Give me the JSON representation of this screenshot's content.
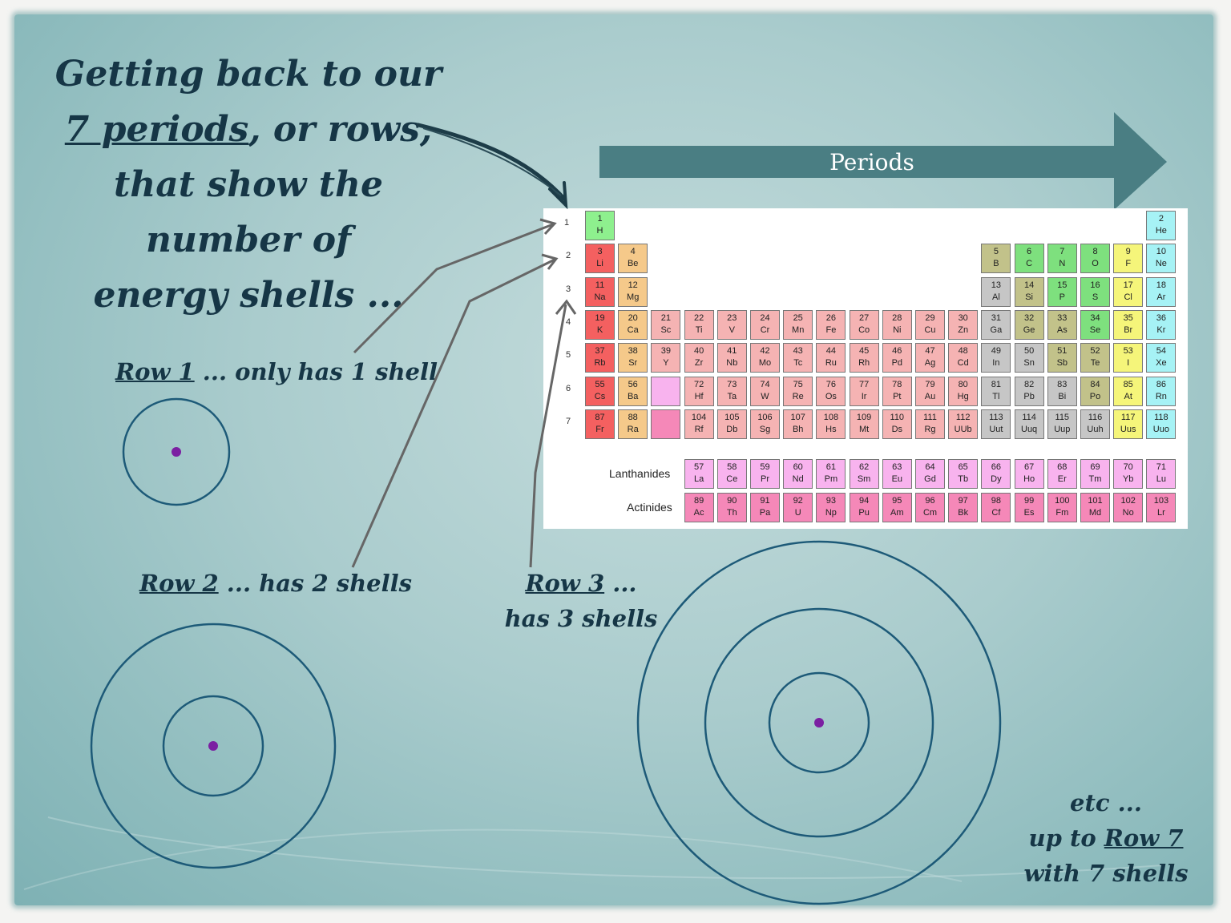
{
  "title": {
    "line1": "Getting back to our",
    "line2_em": "7 periods",
    "line2_rest": ", or rows,",
    "line3": "that show the",
    "line4": "number of",
    "line5": "energy shells  ..."
  },
  "arrow_label": "Periods",
  "row1": {
    "label": "Row 1",
    "text": " ... only has 1 shell",
    "shells": 1
  },
  "row2": {
    "label": "Row 2",
    "text": " ... has 2 shells",
    "shells": 2
  },
  "row3": {
    "label": "Row 3",
    "text": " ...",
    "text2": "has 3 shells",
    "shells": 3
  },
  "etc": {
    "line1": "etc ...",
    "line2a": "up to ",
    "line2b": "Row 7",
    "line3": "with  7 shells",
    "shells": 7
  },
  "colors": {
    "shell": "#1d5a78",
    "nucleus": "#7b1fa2",
    "arrow": "#4a7e83"
  },
  "table": {
    "period_numbers": [
      "1",
      "2",
      "3",
      "4",
      "5",
      "6",
      "7"
    ],
    "lanthanides_label": "Lanthanides",
    "actinides_label": "Actinides",
    "elements": [
      [
        "1",
        "H",
        1,
        1,
        "#8ef08e"
      ],
      [
        "2",
        "He",
        1,
        18,
        "#a6f2f5"
      ],
      [
        "3",
        "Li",
        2,
        1,
        "#f46060"
      ],
      [
        "4",
        "Be",
        2,
        2,
        "#f5c98a"
      ],
      [
        "5",
        "B",
        2,
        13,
        "#c2c28a"
      ],
      [
        "6",
        "C",
        2,
        14,
        "#7ee07e"
      ],
      [
        "7",
        "N",
        2,
        15,
        "#7ee07e"
      ],
      [
        "8",
        "O",
        2,
        16,
        "#7ee07e"
      ],
      [
        "9",
        "F",
        2,
        17,
        "#f5f57a"
      ],
      [
        "10",
        "Ne",
        2,
        18,
        "#a6f2f5"
      ],
      [
        "11",
        "Na",
        3,
        1,
        "#f46060"
      ],
      [
        "12",
        "Mg",
        3,
        2,
        "#f5c98a"
      ],
      [
        "13",
        "Al",
        3,
        13,
        "#c6c6c6"
      ],
      [
        "14",
        "Si",
        3,
        14,
        "#c2c28a"
      ],
      [
        "15",
        "P",
        3,
        15,
        "#7ee07e"
      ],
      [
        "16",
        "S",
        3,
        16,
        "#7ee07e"
      ],
      [
        "17",
        "Cl",
        3,
        17,
        "#f5f57a"
      ],
      [
        "18",
        "Ar",
        3,
        18,
        "#a6f2f5"
      ],
      [
        "19",
        "K",
        4,
        1,
        "#f46060"
      ],
      [
        "20",
        "Ca",
        4,
        2,
        "#f5c98a"
      ],
      [
        "21",
        "Sc",
        4,
        3,
        "#f5b3b3"
      ],
      [
        "22",
        "Ti",
        4,
        4,
        "#f5b3b3"
      ],
      [
        "23",
        "V",
        4,
        5,
        "#f5b3b3"
      ],
      [
        "24",
        "Cr",
        4,
        6,
        "#f5b3b3"
      ],
      [
        "25",
        "Mn",
        4,
        7,
        "#f5b3b3"
      ],
      [
        "26",
        "Fe",
        4,
        8,
        "#f5b3b3"
      ],
      [
        "27",
        "Co",
        4,
        9,
        "#f5b3b3"
      ],
      [
        "28",
        "Ni",
        4,
        10,
        "#f5b3b3"
      ],
      [
        "29",
        "Cu",
        4,
        11,
        "#f5b3b3"
      ],
      [
        "30",
        "Zn",
        4,
        12,
        "#f5b3b3"
      ],
      [
        "31",
        "Ga",
        4,
        13,
        "#c6c6c6"
      ],
      [
        "32",
        "Ge",
        4,
        14,
        "#c2c28a"
      ],
      [
        "33",
        "As",
        4,
        15,
        "#c2c28a"
      ],
      [
        "34",
        "Se",
        4,
        16,
        "#7ee07e"
      ],
      [
        "35",
        "Br",
        4,
        17,
        "#f5f57a"
      ],
      [
        "36",
        "Kr",
        4,
        18,
        "#a6f2f5"
      ],
      [
        "37",
        "Rb",
        5,
        1,
        "#f46060"
      ],
      [
        "38",
        "Sr",
        5,
        2,
        "#f5c98a"
      ],
      [
        "39",
        "Y",
        5,
        3,
        "#f5b3b3"
      ],
      [
        "40",
        "Zr",
        5,
        4,
        "#f5b3b3"
      ],
      [
        "41",
        "Nb",
        5,
        5,
        "#f5b3b3"
      ],
      [
        "42",
        "Mo",
        5,
        6,
        "#f5b3b3"
      ],
      [
        "43",
        "Tc",
        5,
        7,
        "#f5b3b3"
      ],
      [
        "44",
        "Ru",
        5,
        8,
        "#f5b3b3"
      ],
      [
        "45",
        "Rh",
        5,
        9,
        "#f5b3b3"
      ],
      [
        "46",
        "Pd",
        5,
        10,
        "#f5b3b3"
      ],
      [
        "47",
        "Ag",
        5,
        11,
        "#f5b3b3"
      ],
      [
        "48",
        "Cd",
        5,
        12,
        "#f5b3b3"
      ],
      [
        "49",
        "In",
        5,
        13,
        "#c6c6c6"
      ],
      [
        "50",
        "Sn",
        5,
        14,
        "#c6c6c6"
      ],
      [
        "51",
        "Sb",
        5,
        15,
        "#c2c28a"
      ],
      [
        "52",
        "Te",
        5,
        16,
        "#c2c28a"
      ],
      [
        "53",
        "I",
        5,
        17,
        "#f5f57a"
      ],
      [
        "54",
        "Xe",
        5,
        18,
        "#a6f2f5"
      ],
      [
        "55",
        "Cs",
        6,
        1,
        "#f46060"
      ],
      [
        "56",
        "Ba",
        6,
        2,
        "#f5c98a"
      ],
      [
        "",
        "",
        6,
        3,
        "#f8b3ee"
      ],
      [
        "72",
        "Hf",
        6,
        4,
        "#f5b3b3"
      ],
      [
        "73",
        "Ta",
        6,
        5,
        "#f5b3b3"
      ],
      [
        "74",
        "W",
        6,
        6,
        "#f5b3b3"
      ],
      [
        "75",
        "Re",
        6,
        7,
        "#f5b3b3"
      ],
      [
        "76",
        "Os",
        6,
        8,
        "#f5b3b3"
      ],
      [
        "77",
        "Ir",
        6,
        9,
        "#f5b3b3"
      ],
      [
        "78",
        "Pt",
        6,
        10,
        "#f5b3b3"
      ],
      [
        "79",
        "Au",
        6,
        11,
        "#f5b3b3"
      ],
      [
        "80",
        "Hg",
        6,
        12,
        "#f5b3b3"
      ],
      [
        "81",
        "Tl",
        6,
        13,
        "#c6c6c6"
      ],
      [
        "82",
        "Pb",
        6,
        14,
        "#c6c6c6"
      ],
      [
        "83",
        "Bi",
        6,
        15,
        "#c6c6c6"
      ],
      [
        "84",
        "Po",
        6,
        16,
        "#c2c28a"
      ],
      [
        "85",
        "At",
        6,
        17,
        "#f5f57a"
      ],
      [
        "86",
        "Rn",
        6,
        18,
        "#a6f2f5"
      ],
      [
        "87",
        "Fr",
        7,
        1,
        "#f46060"
      ],
      [
        "88",
        "Ra",
        7,
        2,
        "#f5c98a"
      ],
      [
        "",
        "",
        7,
        3,
        "#f588b8"
      ],
      [
        "104",
        "Rf",
        7,
        4,
        "#f5b3b3"
      ],
      [
        "105",
        "Db",
        7,
        5,
        "#f5b3b3"
      ],
      [
        "106",
        "Sg",
        7,
        6,
        "#f5b3b3"
      ],
      [
        "107",
        "Bh",
        7,
        7,
        "#f5b3b3"
      ],
      [
        "108",
        "Hs",
        7,
        8,
        "#f5b3b3"
      ],
      [
        "109",
        "Mt",
        7,
        9,
        "#f5b3b3"
      ],
      [
        "110",
        "Ds",
        7,
        10,
        "#f5b3b3"
      ],
      [
        "111",
        "Rg",
        7,
        11,
        "#f5b3b3"
      ],
      [
        "112",
        "UUb",
        7,
        12,
        "#f5b3b3"
      ],
      [
        "113",
        "Uut",
        7,
        13,
        "#c6c6c6"
      ],
      [
        "114",
        "Uuq",
        7,
        14,
        "#c6c6c6"
      ],
      [
        "115",
        "Uup",
        7,
        15,
        "#c6c6c6"
      ],
      [
        "116",
        "Uuh",
        7,
        16,
        "#c6c6c6"
      ],
      [
        "117",
        "Uus",
        7,
        17,
        "#f5f57a"
      ],
      [
        "118",
        "Uuo",
        7,
        18,
        "#a6f2f5"
      ],
      [
        "57",
        "La",
        8,
        4,
        "#f8b3ee"
      ],
      [
        "58",
        "Ce",
        8,
        5,
        "#f8b3ee"
      ],
      [
        "59",
        "Pr",
        8,
        6,
        "#f8b3ee"
      ],
      [
        "60",
        "Nd",
        8,
        7,
        "#f8b3ee"
      ],
      [
        "61",
        "Pm",
        8,
        8,
        "#f8b3ee"
      ],
      [
        "62",
        "Sm",
        8,
        9,
        "#f8b3ee"
      ],
      [
        "63",
        "Eu",
        8,
        10,
        "#f8b3ee"
      ],
      [
        "64",
        "Gd",
        8,
        11,
        "#f8b3ee"
      ],
      [
        "65",
        "Tb",
        8,
        12,
        "#f8b3ee"
      ],
      [
        "66",
        "Dy",
        8,
        13,
        "#f8b3ee"
      ],
      [
        "67",
        "Ho",
        8,
        14,
        "#f8b3ee"
      ],
      [
        "68",
        "Er",
        8,
        15,
        "#f8b3ee"
      ],
      [
        "69",
        "Tm",
        8,
        16,
        "#f8b3ee"
      ],
      [
        "70",
        "Yb",
        8,
        17,
        "#f8b3ee"
      ],
      [
        "71",
        "Lu",
        8,
        18,
        "#f8b3ee"
      ],
      [
        "89",
        "Ac",
        9,
        4,
        "#f588b8"
      ],
      [
        "90",
        "Th",
        9,
        5,
        "#f588b8"
      ],
      [
        "91",
        "Pa",
        9,
        6,
        "#f588b8"
      ],
      [
        "92",
        "U",
        9,
        7,
        "#f588b8"
      ],
      [
        "93",
        "Np",
        9,
        8,
        "#f588b8"
      ],
      [
        "94",
        "Pu",
        9,
        9,
        "#f588b8"
      ],
      [
        "95",
        "Am",
        9,
        10,
        "#f588b8"
      ],
      [
        "96",
        "Cm",
        9,
        11,
        "#f588b8"
      ],
      [
        "97",
        "Bk",
        9,
        12,
        "#f588b8"
      ],
      [
        "98",
        "Cf",
        9,
        13,
        "#f588b8"
      ],
      [
        "99",
        "Es",
        9,
        14,
        "#f588b8"
      ],
      [
        "100",
        "Fm",
        9,
        15,
        "#f588b8"
      ],
      [
        "101",
        "Md",
        9,
        16,
        "#f588b8"
      ],
      [
        "102",
        "No",
        9,
        17,
        "#f588b8"
      ],
      [
        "103",
        "Lr",
        9,
        18,
        "#f588b8"
      ]
    ]
  }
}
